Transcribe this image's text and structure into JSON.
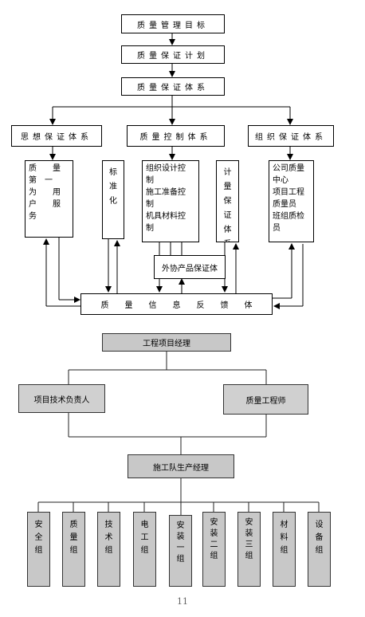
{
  "top_chain": [
    "质量管理目标",
    "质量保证计划",
    "质量保证体系"
  ],
  "systems": {
    "thought": "思想保证体系",
    "quality_control": "质量控制体系",
    "organization": "组织保证体系"
  },
  "detail": {
    "thought": "质　　量\n第　一\n为　　用\n户　　服\n务",
    "standard": "标\n准\n化",
    "control": "组织设计控\n制\n施工准备控\n制\n机具材料控\n制",
    "measure": "计\n量\n保\n证\n体\n系",
    "org": "公司质量\n中心\n项目工程\n质量员\n班组质检\n员"
  },
  "outsource": "外协产品保证体",
  "feedback": "质　　量　　信　　息　　反　　馈　　体",
  "org_chart": {
    "manager": "工程项目经理",
    "tech_lead": "项目技术负责人",
    "quality_engineer": "质量工程师",
    "team_manager": "施工队生产经理",
    "groups": [
      "安\n全\n组",
      "质\n量\n组",
      "技\n术\n组",
      "电\n工\n组",
      "安\n装\n一\n组",
      "安\n装\n二\n组",
      "安\n装\n三\n组",
      "材\n料\n组",
      "设\n备\n组"
    ]
  },
  "page_number": "11"
}
